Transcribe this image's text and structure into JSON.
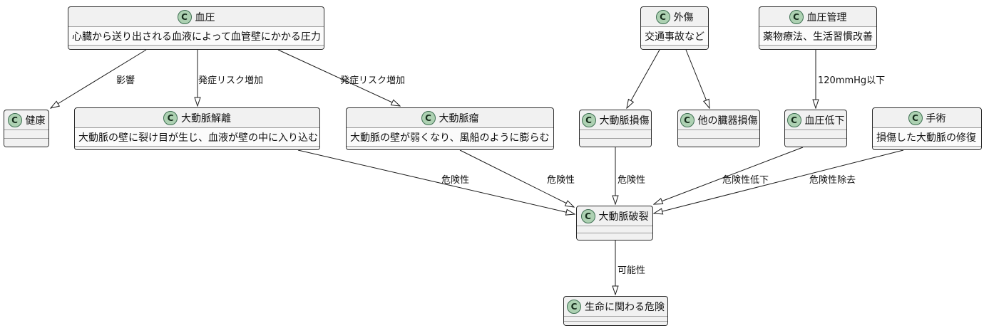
{
  "diagram": {
    "type": "uml-class-diagram",
    "class_icon_letter": "C",
    "colors": {
      "background": "#ffffff",
      "node_fill": "#f1f1f1",
      "node_desc_fill": "#fbfbfb",
      "node_border": "#2b2b2b",
      "compartment_line": "#9d9d9d",
      "icon_fill": "#add1b2",
      "icon_border": "#3e6f52",
      "edge_line": "#1b1b1b"
    },
    "nodes": [
      {
        "title": "血圧",
        "desc": "心臓から送り出される血液によって血管壁にかかる圧力"
      },
      {
        "title": "外傷",
        "desc": "交通事故など"
      },
      {
        "title": "血圧管理",
        "desc": "薬物療法、生活習慣改善"
      },
      {
        "title": "健康",
        "desc": ""
      },
      {
        "title": "大動脈解離",
        "desc": "大動脈の壁に裂け目が生じ、血液が壁の中に入り込む"
      },
      {
        "title": "大動脈瘤",
        "desc": "大動脈の壁が弱くなり、風船のように膨らむ"
      },
      {
        "title": "大動脈損傷",
        "desc": ""
      },
      {
        "title": "他の臓器損傷",
        "desc": ""
      },
      {
        "title": "血圧低下",
        "desc": ""
      },
      {
        "title": "手術",
        "desc": "損傷した大動脈の修復"
      },
      {
        "title": "大動脈破裂",
        "desc": ""
      },
      {
        "title": "生命に関わる危険",
        "desc": ""
      }
    ],
    "edges": [
      {
        "from": "血圧",
        "to": "健康",
        "label": "影響"
      },
      {
        "from": "血圧",
        "to": "大動脈解離",
        "label": "発症リスク増加"
      },
      {
        "from": "血圧",
        "to": "大動脈瘤",
        "label": "発症リスク増加"
      },
      {
        "from": "外傷",
        "to": "大動脈損傷",
        "label": ""
      },
      {
        "from": "外傷",
        "to": "他の臓器損傷",
        "label": ""
      },
      {
        "from": "血圧管理",
        "to": "血圧低下",
        "label": "120mmHg以下"
      },
      {
        "from": "大動脈解離",
        "to": "大動脈破裂",
        "label": "危険性"
      },
      {
        "from": "大動脈瘤",
        "to": "大動脈破裂",
        "label": "危険性"
      },
      {
        "from": "大動脈損傷",
        "to": "大動脈破裂",
        "label": "危険性"
      },
      {
        "from": "血圧低下",
        "to": "大動脈破裂",
        "label": "危険性低下"
      },
      {
        "from": "手術",
        "to": "大動脈破裂",
        "label": "危険性除去"
      },
      {
        "from": "大動脈破裂",
        "to": "生命に関わる危険",
        "label": "可能性"
      }
    ]
  }
}
